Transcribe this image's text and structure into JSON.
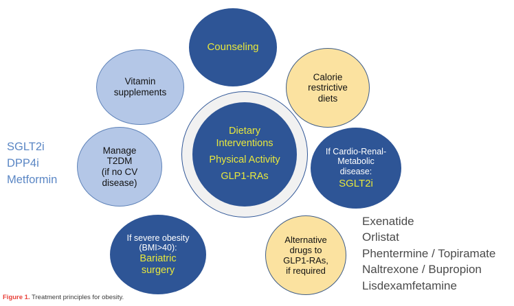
{
  "figure": {
    "caption_label": "Figure 1.",
    "caption_text": " Treatment principles for obesity."
  },
  "colors": {
    "dark_blue": "#2E5596",
    "light_blue": "#B4C7E7",
    "yellow_fill": "#FBE2A0",
    "accent_yellow_text": "#E8E83C",
    "left_list_blue": "#5A86C4",
    "right_list_gray": "#4A4A4A",
    "caption_red": "#E8413A",
    "ring_gray": "#F1F1F1"
  },
  "core": {
    "lines": [
      "Dietary",
      "Interventions",
      "Physical Activity",
      "GLP1-RAs"
    ],
    "line1": "Dietary",
    "line2": "Interventions",
    "line3": "Physical Activity",
    "line4": "GLP1-RAs"
  },
  "bubbles": {
    "counseling": {
      "name": "Counseling",
      "style": "dark",
      "line1": "Counseling"
    },
    "vitamin_supplements": {
      "name": "Vitamin supplements",
      "style": "light",
      "line1": "Vitamin",
      "line2": "supplements"
    },
    "calorie_restrictive_diets": {
      "name": "Calorie restrictive diets",
      "style": "yellow",
      "line1": "Calorie",
      "line2": "restrictive",
      "line3": "diets"
    },
    "manage_t2dm": {
      "name": "Manage T2DM",
      "style": "light",
      "line1": "Manage",
      "line2": "T2DM",
      "line3": "(if no CV",
      "line4": "disease)"
    },
    "cardio_renal_metabolic": {
      "name": "If Cardio-Renal-Metabolic disease: SGLT2i",
      "style": "dark",
      "line1": "If Cardio-Renal-",
      "line2": "Metabolic",
      "line3": "disease:",
      "highlight": "SGLT2i"
    },
    "bariatric_surgery": {
      "name": "If severe obesity (BMI>40): Bariatric surgery",
      "style": "dark",
      "line1": "If severe obesity",
      "line2": "(BMI>40):",
      "highlight1": "Bariatric",
      "highlight2": "surgery"
    },
    "alternative_drugs": {
      "name": "Alternative drugs to GLP1-RAs, if required",
      "style": "yellow",
      "line1": "Alternative",
      "line2": "drugs to",
      "line3": "GLP1-RAs,",
      "line4": "if required"
    }
  },
  "left_drug_list": {
    "items": [
      "SGLT2i",
      "DPP4i",
      "Metformin"
    ],
    "item0": "SGLT2i",
    "item1": "DPP4i",
    "item2": "Metformin"
  },
  "right_drug_list": {
    "items": [
      "Exenatide",
      "Orlistat",
      "Phentermine / Topiramate",
      "Naltrexone / Bupropion",
      "Lisdexamfetamine"
    ],
    "item0": "Exenatide",
    "item1": "Orlistat",
    "item2": "Phentermine / Topiramate",
    "item3": "Naltrexone / Bupropion",
    "item4": "Lisdexamfetamine"
  }
}
